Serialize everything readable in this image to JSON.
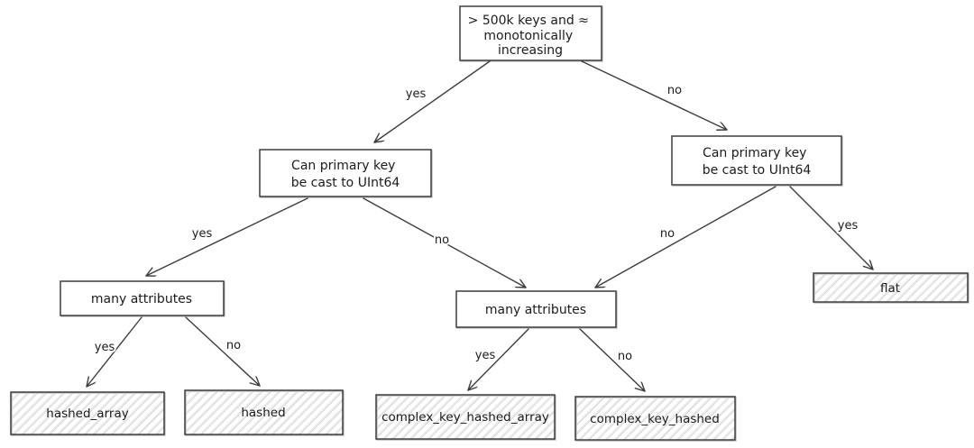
{
  "diagram": {
    "type": "decision-tree",
    "nodes": {
      "root": {
        "lines": [
          "> 500k keys and ≈",
          "monotonically",
          "increasing"
        ]
      },
      "left_question": {
        "lines": [
          "Can primary key",
          "be cast to UInt64"
        ]
      },
      "right_question": {
        "lines": [
          "Can primary key",
          "be cast to UInt64"
        ]
      },
      "left_attributes": {
        "label": "many attributes"
      },
      "mid_attributes": {
        "label": "many attributes"
      },
      "flat": {
        "label": "flat"
      },
      "hashed_array": {
        "label": "hashed_array"
      },
      "hashed": {
        "label": "hashed"
      },
      "complex_key_hashed_array": {
        "label": "complex_key_hashed_array"
      },
      "complex_key_hashed": {
        "label": "complex_key_hashed"
      }
    },
    "edges": [
      {
        "from": "root",
        "to": "left_question",
        "label": "yes"
      },
      {
        "from": "root",
        "to": "right_question",
        "label": "no"
      },
      {
        "from": "left_question",
        "to": "left_attributes",
        "label": "yes"
      },
      {
        "from": "left_question",
        "to": "mid_attributes",
        "label": "no"
      },
      {
        "from": "right_question",
        "to": "mid_attributes",
        "label": "no"
      },
      {
        "from": "right_question",
        "to": "flat",
        "label": "yes"
      },
      {
        "from": "left_attributes",
        "to": "hashed_array",
        "label": "yes"
      },
      {
        "from": "left_attributes",
        "to": "hashed",
        "label": "no"
      },
      {
        "from": "mid_attributes",
        "to": "complex_key_hashed_array",
        "label": "yes"
      },
      {
        "from": "mid_attributes",
        "to": "complex_key_hashed",
        "label": "no"
      }
    ],
    "colors": {
      "stroke": "#3d3d3d",
      "hatch": "#d9d9d9",
      "text": "#1b1b1b",
      "background": "#ffffff"
    }
  }
}
